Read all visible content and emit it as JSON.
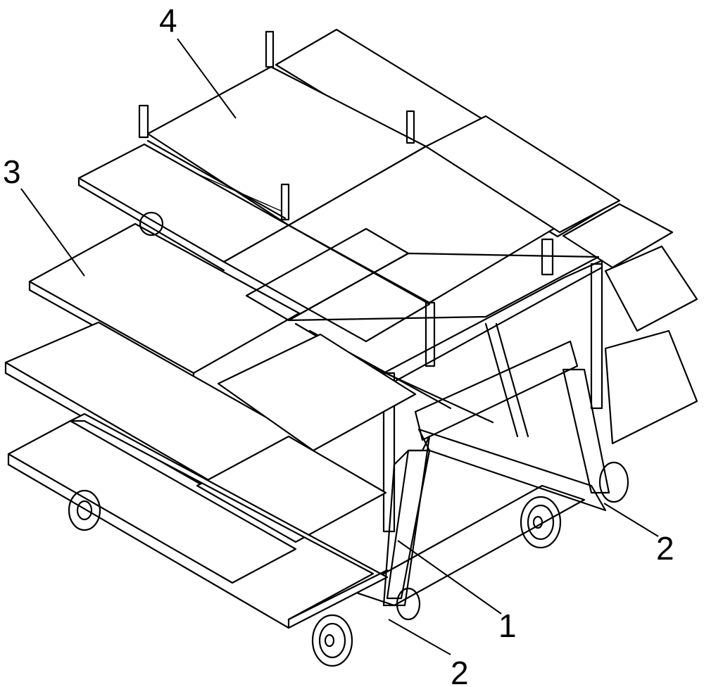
{
  "callouts": {
    "label_1": "1",
    "label_2a": "2",
    "label_2b": "2",
    "label_3": "3",
    "label_4": "4"
  },
  "colors": {
    "line": "#000000",
    "background": "#ffffff"
  }
}
